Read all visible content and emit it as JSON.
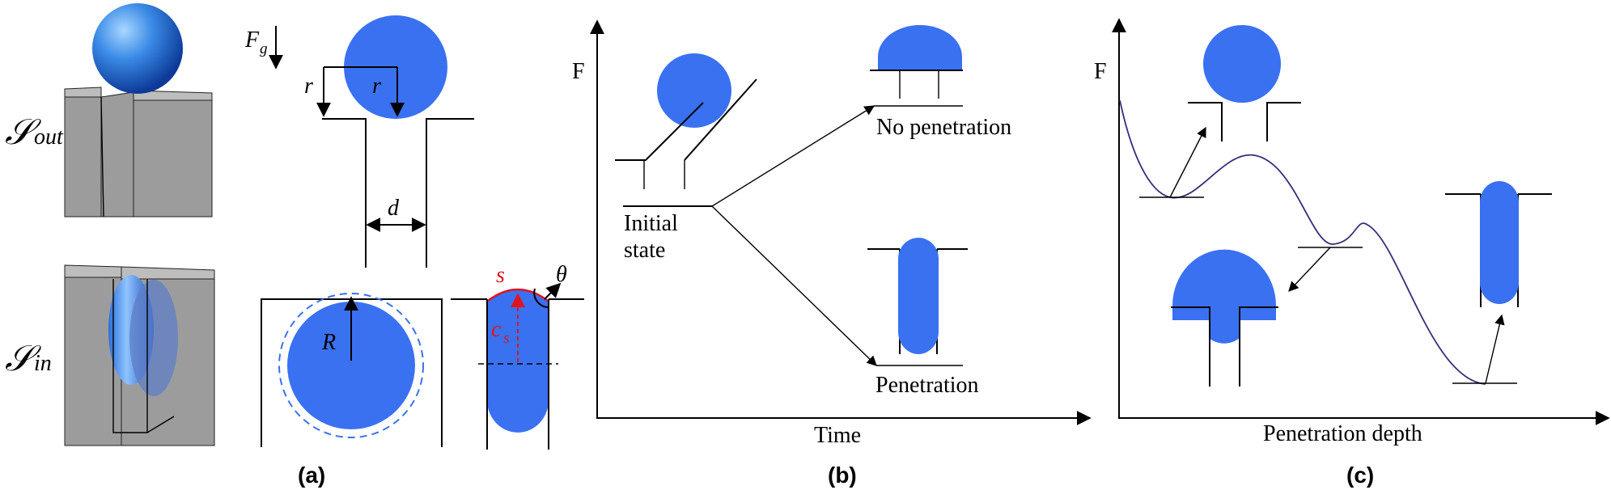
{
  "labels": {
    "s_out": "out",
    "s_in": "in",
    "fg_main": "F",
    "fg_sub": "g",
    "r1": "r",
    "r2": "r",
    "d": "d",
    "R": "R",
    "s": "s",
    "cs_main": "c",
    "cs_sub": "s",
    "theta": "θ",
    "f_axis_b": "F",
    "initial_state_1": "Initial",
    "initial_state_2": "state",
    "no_penetration": "No penetration",
    "penetration": "Penetration",
    "time": "Time",
    "f_axis_c": "F",
    "penetration_depth": "Penetration depth"
  },
  "panels": {
    "a": "(a)",
    "b": "(b)",
    "c": "(c)"
  },
  "colors": {
    "droplet": "#3a71f0",
    "wall_gray": "#9c9c9c",
    "red": "#e0141e",
    "curve": "#3a2a7a"
  }
}
